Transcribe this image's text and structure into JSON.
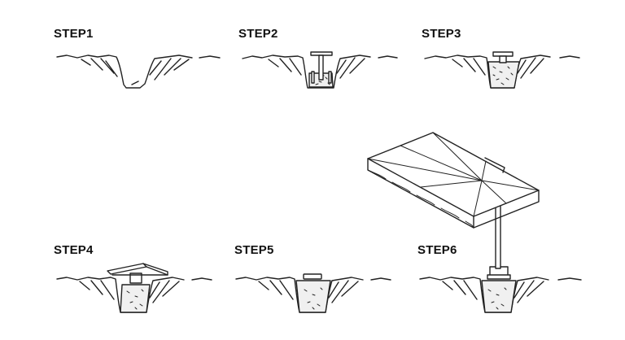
{
  "steps": [
    {
      "label": "STEP1"
    },
    {
      "label": "STEP2"
    },
    {
      "label": "STEP3"
    },
    {
      "label": "STEP4"
    },
    {
      "label": "STEP5"
    },
    {
      "label": "STEP6"
    }
  ],
  "colors": {
    "ink": "#222222",
    "fill": "#f2f2f2",
    "background": "#ffffff"
  }
}
